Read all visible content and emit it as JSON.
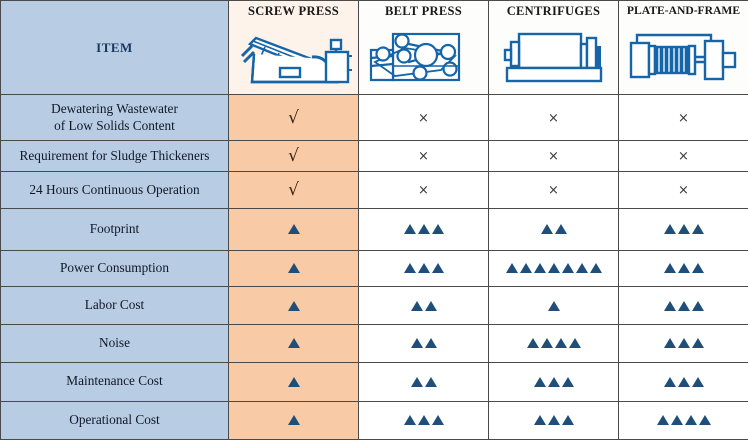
{
  "table": {
    "columns": [
      {
        "key": "item",
        "label": "ITEM",
        "icon": null
      },
      {
        "key": "screw",
        "label": "SCREW PRESS",
        "icon": "screw-press-icon"
      },
      {
        "key": "belt",
        "label": "BELT PRESS",
        "icon": "belt-press-icon"
      },
      {
        "key": "centrifuges",
        "label": "CENTRIFUGES",
        "icon": "centrifuges-icon"
      },
      {
        "key": "plate",
        "label": "PLATE-AND-FRAME",
        "icon": "plate-and-frame-icon"
      }
    ],
    "marks": {
      "yes": "√",
      "no": "×"
    },
    "rows": [
      {
        "label": "Dewatering Wastewater of Low Solids Content",
        "label_line1": "Dewatering Wastewater",
        "label_line2": "of Low Solids Content",
        "type": "mark",
        "values": {
          "screw": "√",
          "belt": "×",
          "centrifuges": "×",
          "plate": "×"
        }
      },
      {
        "label": "Requirement for Sludge Thickeners",
        "label_line1": "Requirement for Sludge Thickeners",
        "label_line2": "",
        "type": "mark",
        "values": {
          "screw": "√",
          "belt": "×",
          "centrifuges": "×",
          "plate": "×"
        }
      },
      {
        "label": "24 Hours Continuous Operation",
        "label_line1": "24 Hours Continuous Operation",
        "label_line2": "",
        "type": "mark",
        "values": {
          "screw": "√",
          "belt": "×",
          "centrifuges": "×",
          "plate": "×"
        }
      },
      {
        "label": "Footprint",
        "label_line1": "Footprint",
        "label_line2": "",
        "type": "rating",
        "values": {
          "screw": 1,
          "belt": 3,
          "centrifuges": 2,
          "plate": 3
        }
      },
      {
        "label": "Power Consumption",
        "label_line1": "Power Consumption",
        "label_line2": "",
        "type": "rating",
        "values": {
          "screw": 1,
          "belt": 3,
          "centrifuges": 7,
          "plate": 3
        }
      },
      {
        "label": "Labor Cost",
        "label_line1": "Labor Cost",
        "label_line2": "",
        "type": "rating",
        "values": {
          "screw": 1,
          "belt": 2,
          "centrifuges": 1,
          "plate": 3
        }
      },
      {
        "label": "Noise",
        "label_line1": "Noise",
        "label_line2": "",
        "type": "rating",
        "values": {
          "screw": 1,
          "belt": 2,
          "centrifuges": 4,
          "plate": 3
        }
      },
      {
        "label": "Maintenance Cost",
        "label_line1": "Maintenance Cost",
        "label_line2": "",
        "type": "rating",
        "values": {
          "screw": 1,
          "belt": 2,
          "centrifuges": 3,
          "plate": 3
        }
      },
      {
        "label": "Operational Cost",
        "label_line1": "Operational Cost",
        "label_line2": "",
        "type": "rating",
        "values": {
          "screw": 1,
          "belt": 3,
          "centrifuges": 3,
          "plate": 4
        }
      }
    ]
  },
  "colors": {
    "header_item_bg": "#b8cce4",
    "row_label_bg": "#b8cce4",
    "screw_column_bg": "#f8cba6",
    "triangle": "#1f4e79",
    "icon_stroke": "#1565a8",
    "border": "#4a4a4a"
  }
}
